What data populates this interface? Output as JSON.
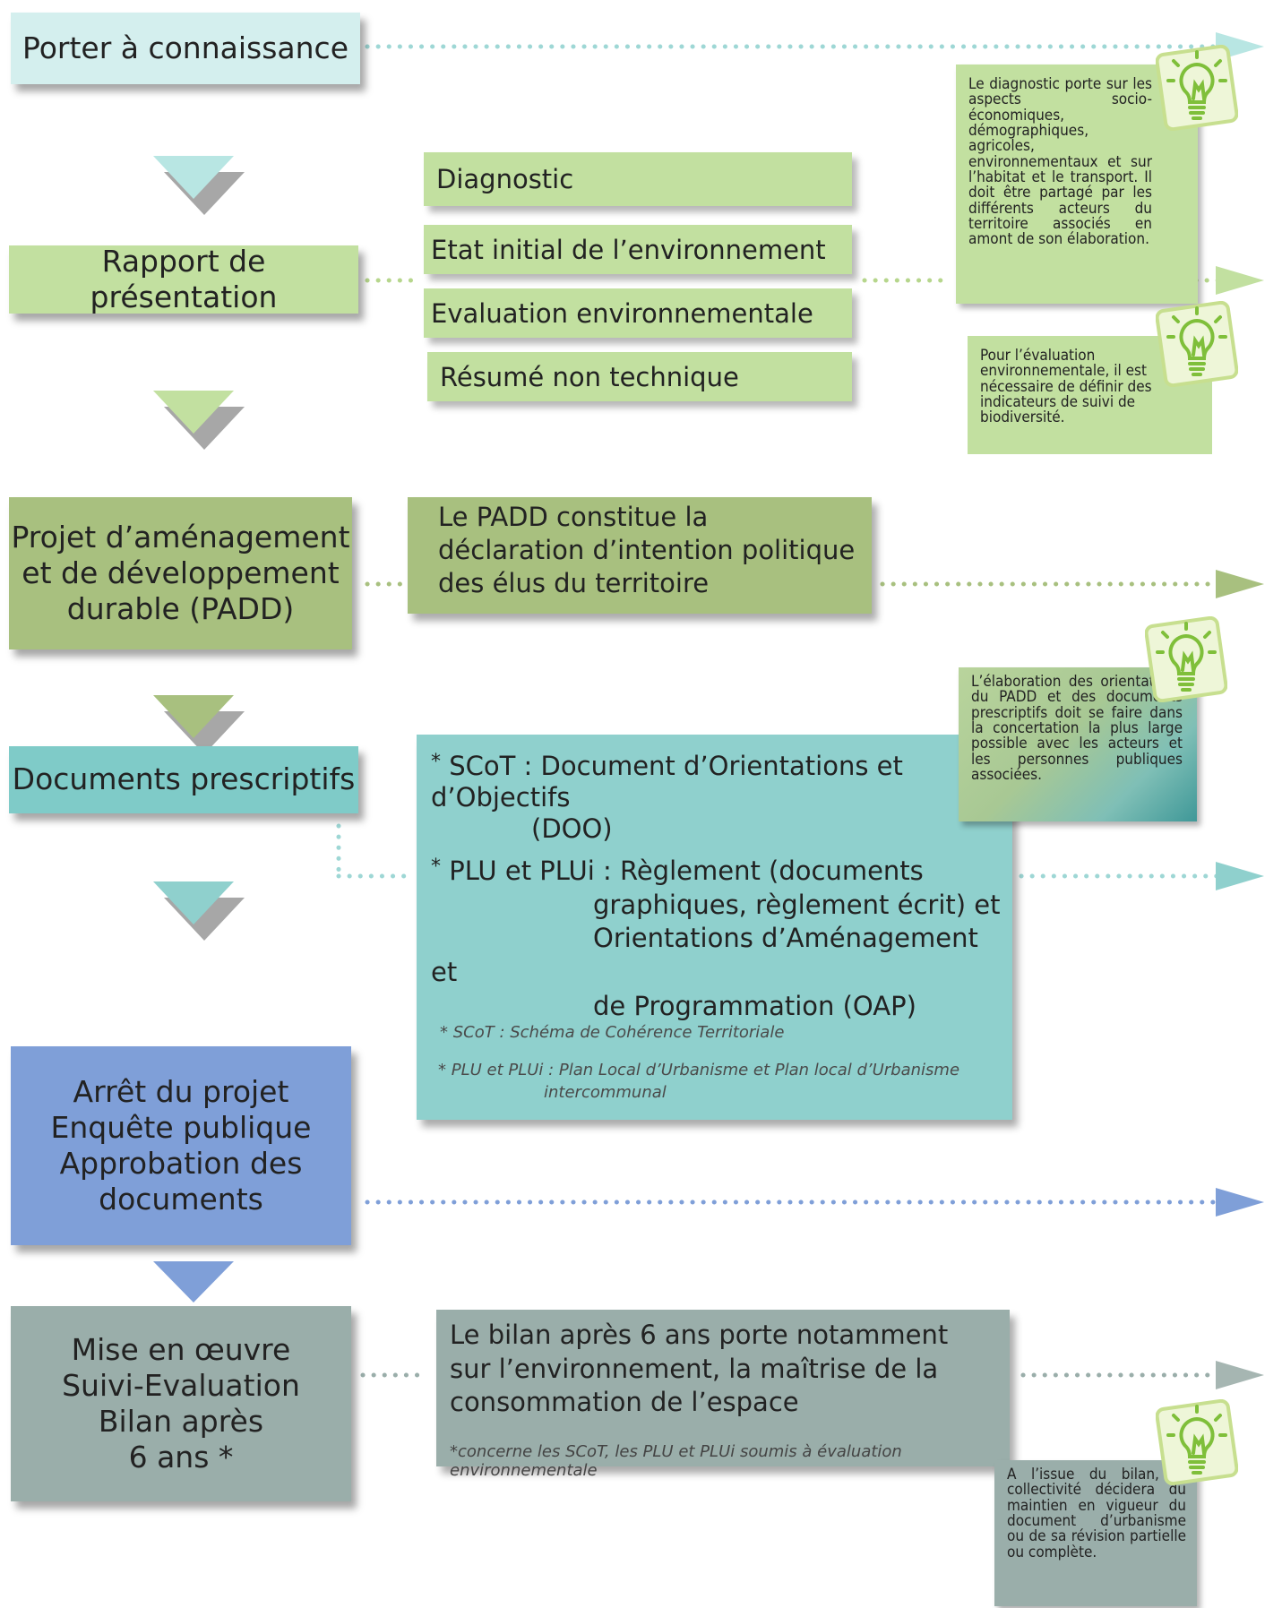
{
  "colors": {
    "stage1": "#d4efee",
    "stage2": "#c2e0a0",
    "stage3": "#a8c07f",
    "stage4": "#7fcbc8",
    "stage5": "#7f9fd8",
    "stage6": "#9aaeaa",
    "dots_teal": "#9ed7d5",
    "dots_green": "#b6d68c",
    "dots_olive": "#a8c07f",
    "dots_blue": "#7f9fd8",
    "dots_grey": "#9aaeaa"
  },
  "stages": [
    {
      "lines": [
        "Porter à connaissance"
      ]
    },
    {
      "lines": [
        "Rapport de présentation"
      ]
    },
    {
      "lines": [
        "Projet d’aménagement",
        "et de développement",
        "durable (PADD)"
      ]
    },
    {
      "lines": [
        "Documents  prescriptifs"
      ]
    },
    {
      "lines": [
        "Arrêt du projet",
        "Enquête publique",
        "Approbation des",
        "documents"
      ]
    },
    {
      "lines": [
        "Mise en œuvre",
        "Suivi-Evaluation",
        "Bilan après",
        "6 ans *"
      ]
    }
  ],
  "rapport_parts": [
    "Diagnostic",
    "Etat initial de l’environnement",
    "Evaluation environnementale",
    "Résumé non technique"
  ],
  "padd_panel": {
    "text": "Le PADD constitue la déclaration d’intention politique des élus du territoire"
  },
  "prescriptifs_panel": {
    "scot_label": "SCoT : ",
    "scot_text_1": "Document d’Orientations et d’Objectifs",
    "scot_text_2": "(DOO)",
    "plu_label": "PLU et PLUi : ",
    "plu_text_1": "Règlement (documents",
    "plu_text_2": "graphiques, règlement écrit) et",
    "plu_text_3": "Orientations d’Aménagement et",
    "plu_text_4": "de Programmation (OAP)",
    "footnote_1": "* SCoT : Schéma de Cohérence Territoriale",
    "footnote_2a": "* PLU et PLUi : Plan Local d’Urbanisme et Plan local d’Urbanisme",
    "footnote_2b": "intercommunal"
  },
  "bilan_panel": {
    "line1": "Le bilan après 6 ans porte notamment",
    "line2": "sur l’environnement, la maîtrise de la",
    "line3": "consommation de l’espace",
    "footnote": "*concerne les SCoT, les PLU et PLUi soumis à évaluation environnementale"
  },
  "tips": [
    {
      "text": "Le diagnostic porte sur les aspects socio-économiques, démographiques, agricoles, environnementaux et sur l’habitat et le transport. Il doit être partagé par les différents acteurs du territoire associés en amont de son élaboration."
    },
    {
      "text": "Pour l’évaluation environnementale, il est nécessaire de définir des indicateurs de suivi de biodiversité."
    },
    {
      "text": "L’élaboration des orientations du PADD et des documents prescriptifs doit se faire dans la concertation la plus large possible avec les acteurs et les personnes publiques associées."
    },
    {
      "text": "A l’issue du bilan, la collectivité décidera du maintien en vigueur du document d’urbanisme ou de sa révision partielle ou complète."
    }
  ],
  "icons": [
    "lightbulb-icon",
    "arrow-right-icon",
    "triangle-down-icon"
  ]
}
